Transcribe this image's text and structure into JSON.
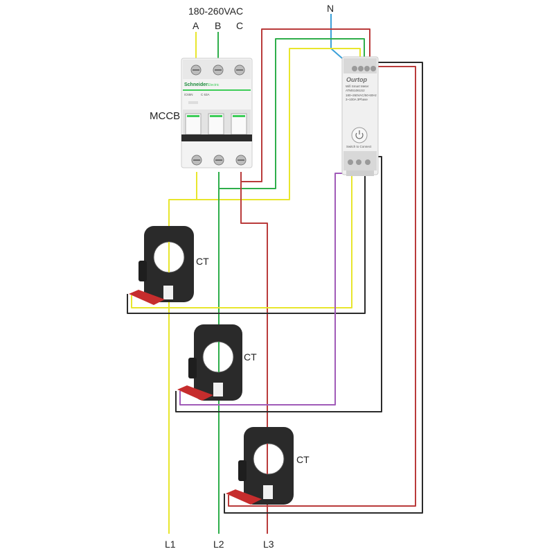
{
  "labels": {
    "voltage": "180-260VAC",
    "phase_a": "A",
    "phase_b": "B",
    "phase_c": "C",
    "neutral": "N",
    "mccb": "MCCB",
    "ct1": "CT",
    "ct2": "CT",
    "ct3": "CT",
    "l1": "L1",
    "l2": "L2",
    "l3": "L3"
  },
  "breaker": {
    "brand": "Schneider",
    "brand_sub": "Electric",
    "model": "iC65N",
    "rating": "C 63A"
  },
  "meter": {
    "brand": "Ourtop",
    "title": "Wifi Smart Meter",
    "model": "ATMS1061S2",
    "spec1": "180~260VAC/50-60Hz",
    "spec2": "3~100A  3Phase",
    "button_text": "Switch to Connect"
  },
  "colors": {
    "phase_a": "#e8e62c",
    "phase_b": "#2eae4a",
    "phase_c": "#b93a3a",
    "neutral": "#3aa0d8",
    "purple": "#a05ab8",
    "black": "#2a2a2a"
  }
}
